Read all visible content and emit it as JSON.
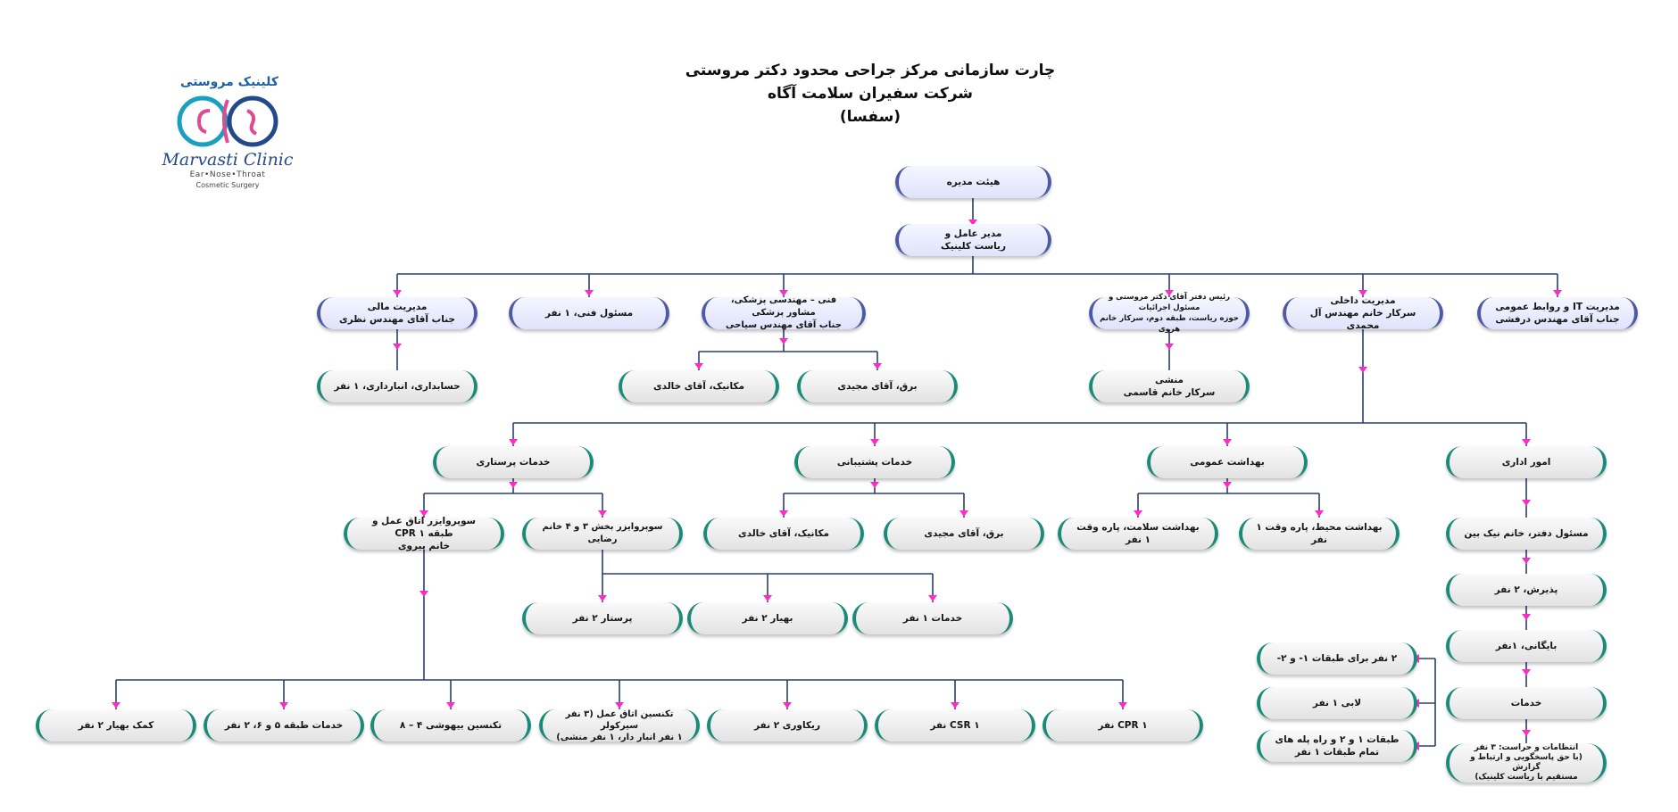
{
  "header": {
    "title_line1": "چارت سازمانی مرکز جراحی محدود دکتر مروستی",
    "title_line2": "شرکت سفیران سلامت آگاه",
    "title_line3": "(سفسا)"
  },
  "logo": {
    "name_fa": "کلینیک مروستی",
    "name_en": "Marvasti Clinic",
    "sub1": "Ear•Nose•Throat",
    "sub2": "Cosmetic Surgery"
  },
  "colors": {
    "connector": "#2c3e70",
    "arrow": "#ff2bc8",
    "blue_border": "#4f5aa6",
    "teal_border": "#1c8a78"
  },
  "nodes": {
    "board": "هیئت مدیره",
    "ceo_l1": "مدیر عامل و",
    "ceo_l2": "ریاست کلینیک",
    "it_l1": "مدیریت IT و روابط عمومی",
    "it_l2": "جناب آقای مهندس درفشی",
    "internal_l1": "مدیریت داخلی",
    "internal_l2": "سرکار خانم مهندس آل محمدی",
    "office_l1": "رئیس دفتر آقای دکتر مروستی و مسئول اجرائیات",
    "office_l2": "حوزه ریاست، طبقه دوم، سرکار خانم هروی",
    "technical_l1": "فنی – مهندسی پزشکی، مشاور پزشکی",
    "technical_l2": "جناب آقای مهندس سیاحی",
    "tech_officer": "مسئول فنی، ۱ نفر",
    "finance_l1": "مدیریت مالی",
    "finance_l2": "جناب آقای مهندس نظری",
    "accounting": "حسابداری، انبارداری، ۱ نفر",
    "mech1": "مکانیک، آقای خالدی",
    "elec1": "برق، آقای مجیدی",
    "secretary_l1": "منشی",
    "secretary_l2": "سرکار خانم قاسمی",
    "nursing": "خدمات پرستاری",
    "support": "خدمات پشتیبانی",
    "health": "بهداشت عمومی",
    "admin": "امور اداری",
    "sup_or_l1": "سوپروایزر اتاق عمل و طبقه ۱ CPR",
    "sup_or_l2": "خانم پیروی",
    "sup_ward": "سوپروایزر بخش ۳ و ۴ خانم رضایی",
    "mech2": "مکانیک، آقای خالدی",
    "elec2": "برق، آقای مجیدی",
    "health_safety": "بهداشت سلامت، پاره وقت ۱ نفر",
    "env_health": "بهداشت محیط، پاره وقت ۱ نفر",
    "office_mgr": "مسئول دفتر، خانم نیک بین",
    "nurse2": "پرستار ۲ نفر",
    "aide2": "بهیار ۲ نفر",
    "services1": "خدمات ۱ نفر",
    "reception": "پذیرش، ۲ نفر",
    "archive": "بایگانی، ۱نفر",
    "services": "خدمات",
    "floors_l1": "۲ نفر برای طبقات ۱- و ۲-",
    "lobby": "لابی ۱ نفر",
    "stairs_l1": "طبقات ۱ و ۲ و راه پله های",
    "stairs_l2": "تمام طبقات ۱ نفر",
    "security_l1": "انتظامات و حراست: ۳ نفر",
    "security_l2": "(با حق پاسخگویی و ارتباط و گزارش",
    "security_l3": "مستقیم با ریاست کلینیک)",
    "aide_help": "کمک بهیار ۲ نفر",
    "floors56": "خدمات طبقه ۵ و ۶، ۲ نفر",
    "anesthesia": "تکنسین بیهوشی ۴ – ۸",
    "ortech_l1": "تکنسین اتاق عمل (۳ نفر سیرکولر",
    "ortech_l2": "۱ نفر انبار دار، ۱ نفر منشی)",
    "recovery": "ریکاوری ۲ نفر",
    "csr": "CSR ۱ نفر",
    "cpr": "CPR ۱ نفر"
  }
}
